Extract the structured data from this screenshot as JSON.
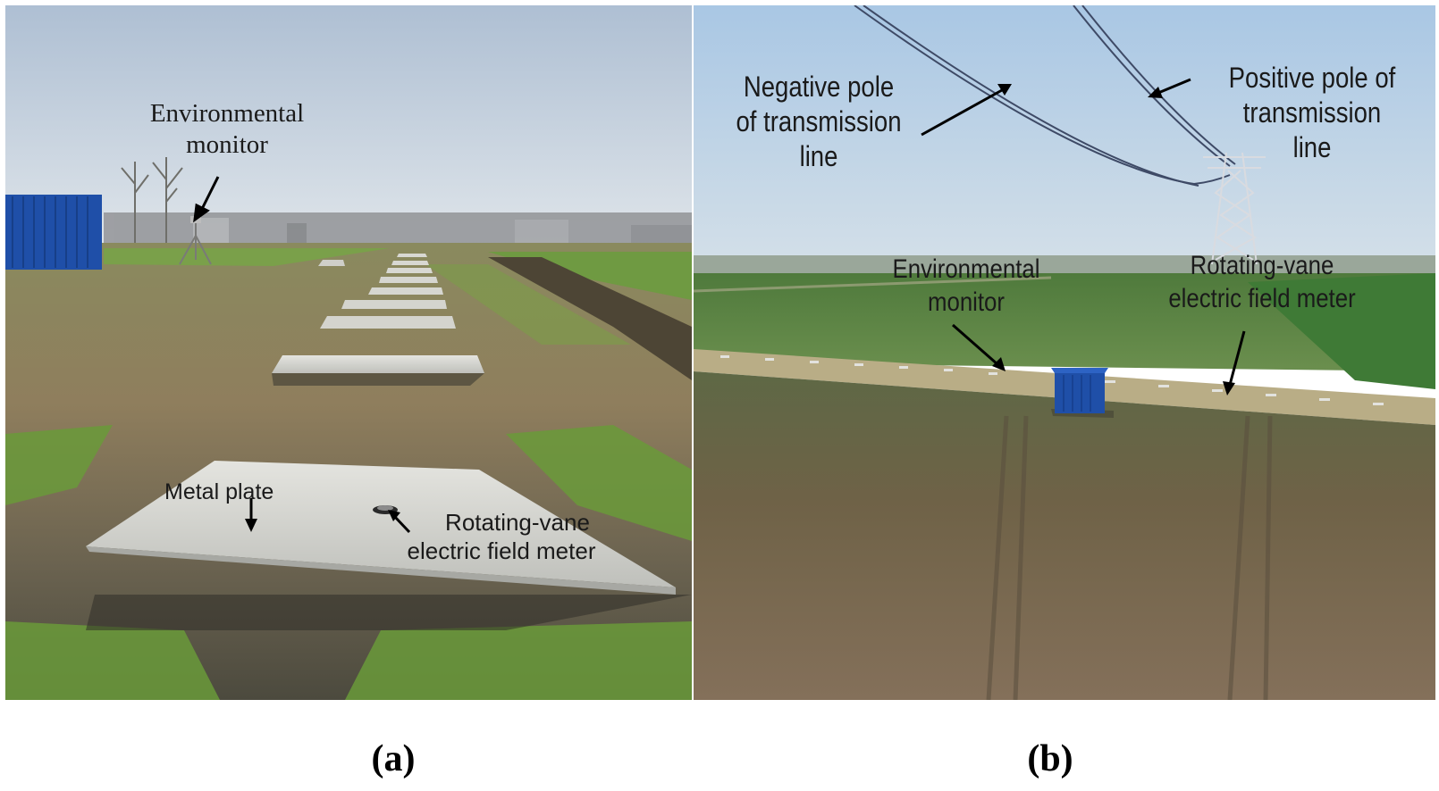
{
  "panels": [
    {
      "caption": "(a)",
      "labels": {
        "environmental_monitor_line1": "Environmental",
        "environmental_monitor_line2": "monitor",
        "metal_plate": "Metal plate",
        "field_meter_line1": "Rotating-vane",
        "field_meter_line2": "electric field meter"
      }
    },
    {
      "caption": "(b)",
      "labels": {
        "negative_pole_line1": "Negative pole",
        "negative_pole_line2": "of transmission",
        "negative_pole_line3": "line",
        "positive_pole_line1": "Positive pole of",
        "positive_pole_line2": "transmission",
        "positive_pole_line3": "line",
        "environmental_monitor_line1": "Environmental",
        "environmental_monitor_line2": "monitor",
        "field_meter_line1": "Rotating-vane",
        "field_meter_line2": "electric field meter"
      }
    }
  ],
  "colors": {
    "sky": "#c9d9e8",
    "grass": "#6f8f3e",
    "soil": "#5e5543",
    "container_blue": "#1f4fa8",
    "plate": "#d8d8d2"
  }
}
